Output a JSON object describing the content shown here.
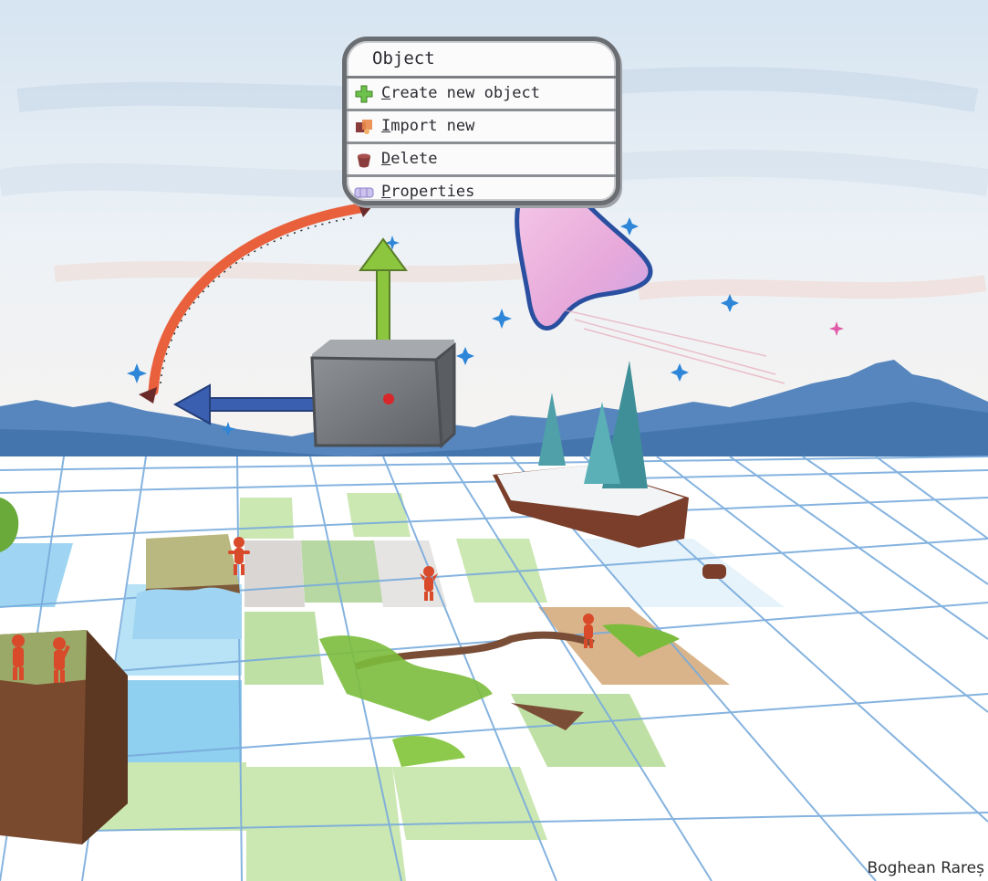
{
  "menu": {
    "title": "Object",
    "items": [
      {
        "id": "create",
        "hotkey": "C",
        "rest": "reate new object",
        "icon": "plus-icon",
        "color": "#6cc24a"
      },
      {
        "id": "import",
        "hotkey": "I",
        "rest": "mport new",
        "icon": "import-icon",
        "color": "#d9604a"
      },
      {
        "id": "delete",
        "hotkey": "D",
        "rest": "elete",
        "icon": "trash-icon",
        "color": "#8a3b3b"
      },
      {
        "id": "properties",
        "hotkey": "P",
        "rest": "roperties",
        "icon": "properties-icon",
        "color": "#a79bd8"
      }
    ]
  },
  "credit": "Boghean Rareș",
  "colors": {
    "sky": "#dfeaf4",
    "mountains": "#4f7fb4",
    "grid_lines": "#6fa4d8",
    "grass": "#b9df9a",
    "water": "#8fcff0",
    "cube": "#7a7d82",
    "arrow_up": "#8cc63f",
    "arrow_left": "#3a5fb0",
    "rotation_arc": "#e9603c",
    "cursor": "#e8a8d8"
  }
}
